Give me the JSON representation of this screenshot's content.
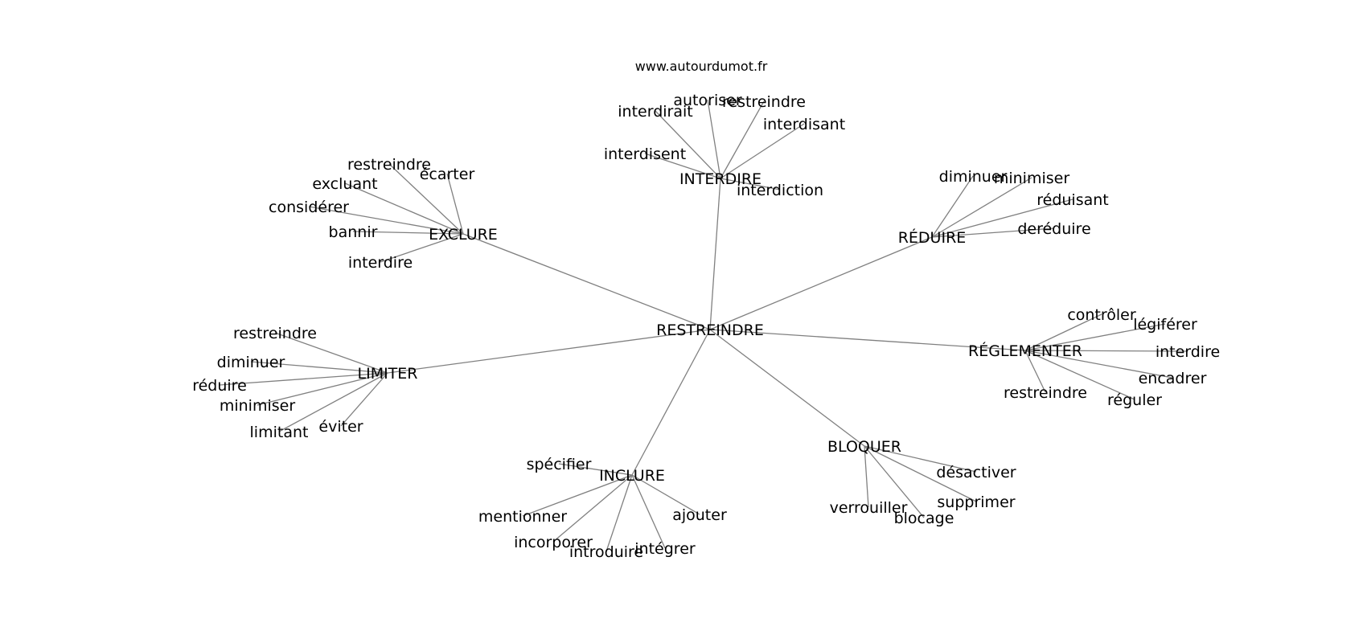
{
  "source": "www.autourdumot.fr",
  "center": "RESTREINDRE",
  "branches": [
    {
      "word": "INTERDIRE",
      "neighbors": [
        "autoriser",
        "restreindre",
        "interdirait",
        "interdisant",
        "interdisent",
        "interdiction"
      ]
    },
    {
      "word": "EXCLURE",
      "neighbors": [
        "restreindre",
        "écarter",
        "excluant",
        "considérer",
        "bannir",
        "interdire"
      ]
    },
    {
      "word": "RÉDUIRE",
      "neighbors": [
        "diminuer",
        "minimiser",
        "réduisant",
        "deréduire"
      ]
    },
    {
      "word": "LIMITER",
      "neighbors": [
        "restreindre",
        "diminuer",
        "réduire",
        "minimiser",
        "limitant",
        "éviter"
      ]
    },
    {
      "word": "RÉGLEMENTER",
      "neighbors": [
        "contrôler",
        "légiférer",
        "interdire",
        "encadrer",
        "réguler",
        "restreindre"
      ]
    },
    {
      "word": "INCLURE",
      "neighbors": [
        "spécifier",
        "mentionner",
        "incorporer",
        "introduire",
        "intégrer",
        "ajouter"
      ]
    },
    {
      "word": "BLOQUER",
      "neighbors": [
        "désactiver",
        "supprimer",
        "verrouiller",
        "blocage"
      ]
    }
  ]
}
